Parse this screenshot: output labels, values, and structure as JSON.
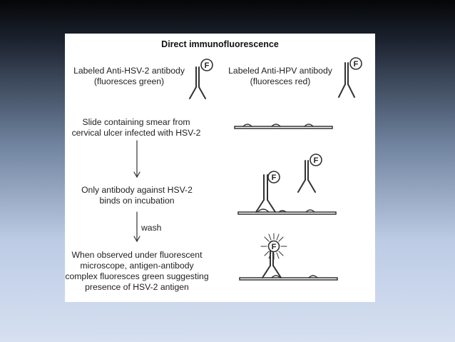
{
  "diagram": {
    "title": "Direct immunofluorescence",
    "fluor_tag": "F",
    "label_hsv_line1": "Labeled Anti-HSV-2 antibody",
    "label_hsv_line2": "(fluoresces green)",
    "label_hpv_line1": "Labeled Anti-HPV antibody",
    "label_hpv_line2": "(fluoresces red)",
    "step1_line1": "Slide containing smear from",
    "step1_line2": "cervical ulcer infected with HSV-2",
    "step2_line1": "Only antibody against HSV-2",
    "step2_line2": "binds on incubation",
    "wash_label": "wash",
    "step3_line1": "When observed under fluorescent",
    "step3_line2": "microscope, antigen-antibody",
    "step3_line3": "complex fluoresces green suggesting",
    "step3_line4": "presence of HSV-2 antigen"
  },
  "colors": {
    "panel_background": "#ffffff",
    "line_color": "#333333"
  }
}
